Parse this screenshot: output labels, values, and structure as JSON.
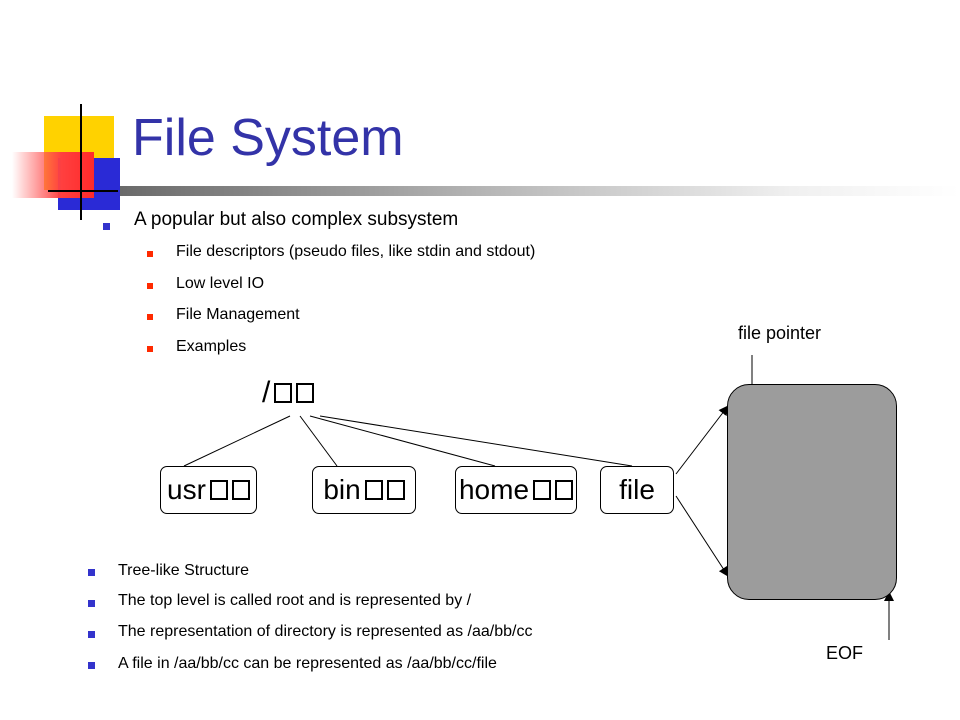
{
  "slide": {
    "title": "File System",
    "top_bullet": "A popular but also complex subsystem",
    "sub_bullets": [
      "File descriptors (pseudo files, like stdin and stdout)",
      "Low level IO",
      "File Management",
      "Examples"
    ],
    "bottom_bullets": [
      "Tree-like Structure",
      "The top level is called root and is represented by /",
      "The representation of directory is represented as /aa/bb/cc",
      "A file in /aa/bb/cc can be represented as /aa/bb/cc/file"
    ]
  },
  "tree": {
    "root": "/",
    "nodes": [
      "usr",
      "bin",
      "home",
      "file"
    ]
  },
  "file_diagram": {
    "pointer_label": "file pointer",
    "eof_label": "EOF"
  }
}
